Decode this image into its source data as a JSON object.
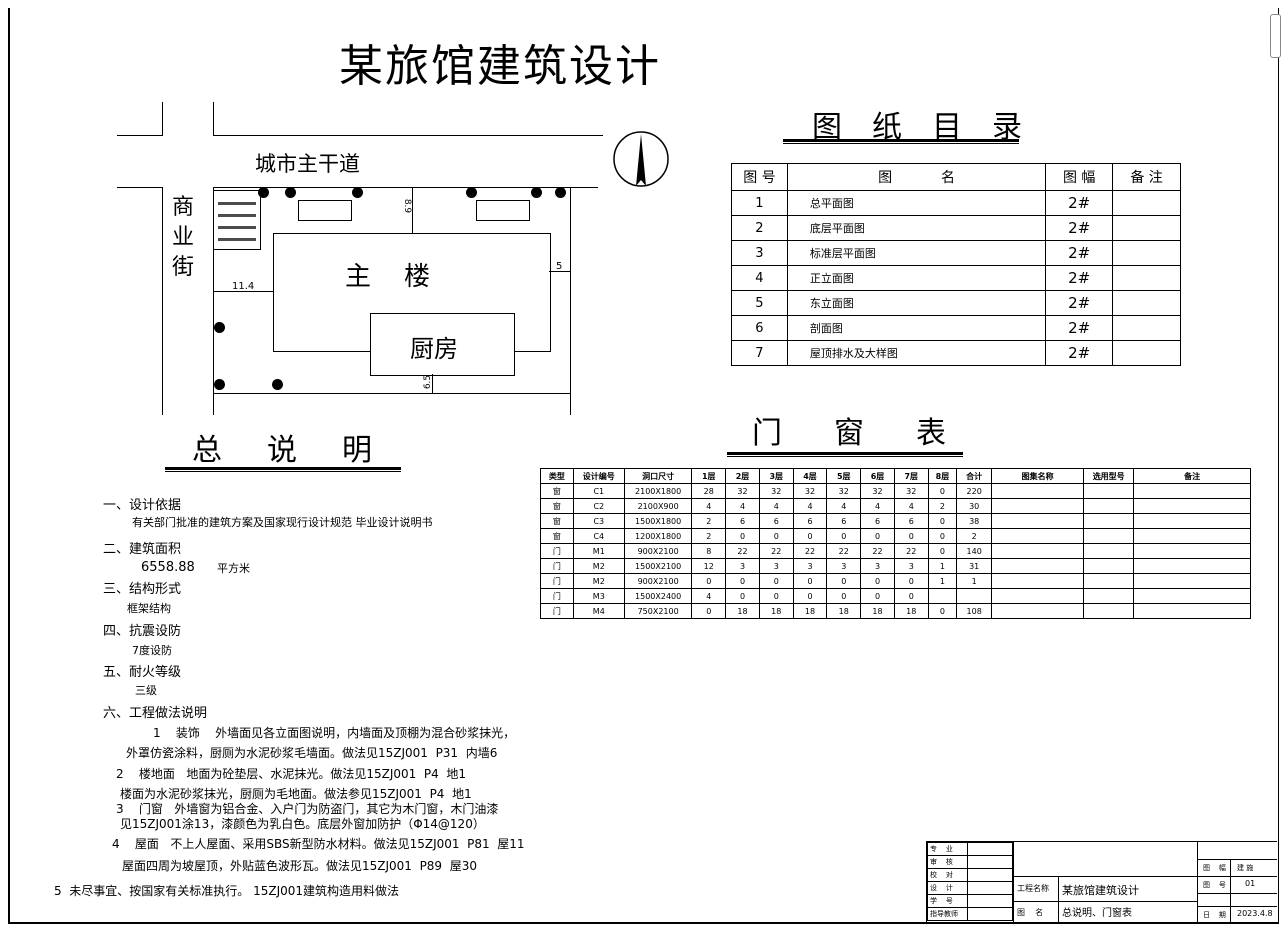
{
  "title": "某旅馆建筑设计",
  "site_plan": {
    "road_main": "城市主干道",
    "road_side": [
      "商",
      "业",
      "街"
    ],
    "main_building": "主    楼",
    "kitchen": "厨房",
    "dim_top": "8.9",
    "dim_left": "11.4",
    "dim_right": "5",
    "dim_bottom": "6.5"
  },
  "catalog": {
    "heading": "图纸目录",
    "headers": [
      "图  号",
      "图           名",
      "图  幅",
      "备 注"
    ],
    "rows": [
      {
        "no": "1",
        "name": "总平面图",
        "size": "2#",
        "note": ""
      },
      {
        "no": "2",
        "name": "底层平面图",
        "size": "2#",
        "note": ""
      },
      {
        "no": "3",
        "name": "标准层平面图",
        "size": "2#",
        "note": ""
      },
      {
        "no": "4",
        "name": "正立面图",
        "size": "2#",
        "note": ""
      },
      {
        "no": "5",
        "name": "东立面图",
        "size": "2#",
        "note": ""
      },
      {
        "no": "6",
        "name": "剖面图",
        "size": "2#",
        "note": ""
      },
      {
        "no": "7",
        "name": "屋顶排水及大样图",
        "size": "2#",
        "note": ""
      }
    ]
  },
  "door_window": {
    "heading": "门窗表",
    "headers": [
      "类型",
      "设计编号",
      "洞口尺寸",
      "1层",
      "2层",
      "3层",
      "4层",
      "5层",
      "6层",
      "7层",
      "8层",
      "合计",
      "图集名称",
      "选用型号",
      "备注"
    ],
    "rows": [
      [
        "窗",
        "C1",
        "2100X1800",
        "28",
        "32",
        "32",
        "32",
        "32",
        "32",
        "32",
        "0",
        "220",
        "",
        "",
        ""
      ],
      [
        "窗",
        "C2",
        "2100X900",
        "4",
        "4",
        "4",
        "4",
        "4",
        "4",
        "4",
        "2",
        "30",
        "",
        "",
        ""
      ],
      [
        "窗",
        "C3",
        "1500X1800",
        "2",
        "6",
        "6",
        "6",
        "6",
        "6",
        "6",
        "0",
        "38",
        "",
        "",
        ""
      ],
      [
        "窗",
        "C4",
        "1200X1800",
        "2",
        "0",
        "0",
        "0",
        "0",
        "0",
        "0",
        "0",
        "2",
        "",
        "",
        ""
      ],
      [
        "门",
        "M1",
        "900X2100",
        "8",
        "22",
        "22",
        "22",
        "22",
        "22",
        "22",
        "0",
        "140",
        "",
        "",
        ""
      ],
      [
        "门",
        "M2",
        "1500X2100",
        "12",
        "3",
        "3",
        "3",
        "3",
        "3",
        "3",
        "1",
        "31",
        "",
        "",
        ""
      ],
      [
        "门",
        "M2",
        "900X2100",
        "0",
        "0",
        "0",
        "0",
        "0",
        "0",
        "0",
        "1",
        "1",
        "",
        "",
        ""
      ],
      [
        "门",
        "M3",
        "1500X2400",
        "4",
        "0",
        "0",
        "0",
        "0",
        "0",
        "0",
        "",
        "",
        "",
        "",
        ""
      ],
      [
        "门",
        "M4",
        "750X2100",
        "0",
        "18",
        "18",
        "18",
        "18",
        "18",
        "18",
        "0",
        "108",
        "",
        "",
        ""
      ]
    ]
  },
  "notes": {
    "heading": "总说明",
    "s1": "一、设计依据",
    "s1_text": "有关部门批准的建筑方案及国家现行设计规范 毕业设计说明书",
    "s2": "二、建筑面积",
    "s2_value": "6558.88",
    "s2_unit": "平方米",
    "s3": "三、结构形式",
    "s3_text": "框架结构",
    "s4": "四、抗震设防",
    "s4_text": "7度设防",
    "s5": "五、耐火等级",
    "s5_text": "三级",
    "s6": "六、工程做法说明",
    "l1a": "1    装饰    外墙面见各立面图说明，内墙面及顶棚为混合砂浆抹光，",
    "l1b": "外罩仿瓷涂料，厨厕为水泥砂浆毛墙面。做法见15ZJ001  P31  内墙6",
    "l2a": "2    楼地面   地面为砼垫层、水泥抹光。做法见15ZJ001  P4  地1",
    "l2b": "楼面为水泥砂浆抹光，厨厕为毛地面。做法参见15ZJ001  P4  地1",
    "l3a": "3    门窗   外墙窗为铝合金、入户门为防盗门，其它为木门窗，木门油漆",
    "l3b": "见15ZJ001涂13，漆颜色为乳白色。底层外窗加防护（Φ14@120）",
    "l4a": "4    屋面   不上人屋面、采用SBS新型防水材料。做法见15ZJ001  P81  屋11",
    "l4b": "屋面四周为坡屋顶，外贴蓝色波形瓦。做法见15ZJ001  P89  屋30",
    "l5": "5  未尽事宜、按国家有关标准执行。 15ZJ001建筑构造用料做法"
  },
  "title_block": {
    "left_labels": [
      "专    业",
      "审    核",
      "校    对",
      "设    计",
      "学    号",
      "指导教师"
    ],
    "project_label": "工程名称",
    "project_value": "某旅馆建筑设计",
    "drawing_label": "图    名",
    "drawing_value": "总说明、门窗表",
    "r1_label": "图    幅",
    "r1_value": "建 施",
    "r2_label": "图    号",
    "r2_value": "01",
    "r3_label": "日    期",
    "r3_value": "2023.4.8"
  }
}
